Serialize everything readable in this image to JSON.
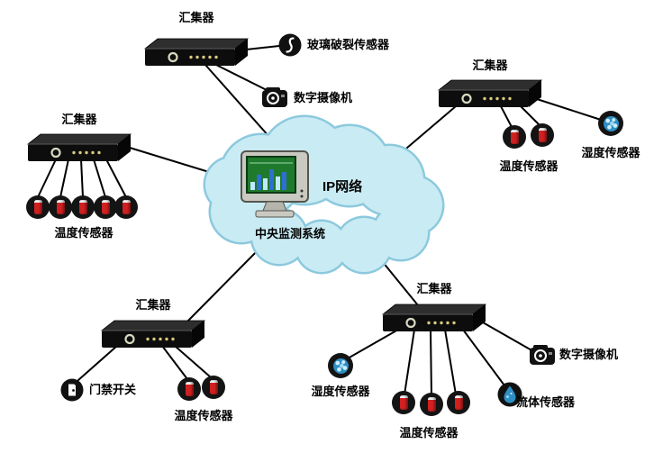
{
  "diagram": {
    "center": {
      "network_label": "IP网络",
      "system_label": "中央监测系统"
    },
    "nodes": {
      "agg_top": {
        "label": "汇集器"
      },
      "agg_right": {
        "label": "汇集器"
      },
      "agg_left": {
        "label": "汇集器"
      },
      "agg_bottom_left": {
        "label": "汇集器"
      },
      "agg_bottom_right": {
        "label": "汇集器"
      },
      "glass_break": {
        "label": "玻璃破裂传感器"
      },
      "camera_top": {
        "label": "数字摄像机"
      },
      "temp_right": {
        "label": "温度传感器"
      },
      "humidity_right": {
        "label": "湿度传感器"
      },
      "temp_left": {
        "label": "温度传感器"
      },
      "door_switch": {
        "label": "门禁开关"
      },
      "temp_bottom_left": {
        "label": "温度传感器"
      },
      "humidity_bottom": {
        "label": "湿度传感器"
      },
      "temp_bottom_right": {
        "label": "温度传感器"
      },
      "fluid": {
        "label": "流体传感器"
      },
      "camera_bottom": {
        "label": "数字摄像机"
      }
    },
    "colors": {
      "cloud_fill": "#c9ebf4",
      "cloud_edge": "#8cc9dd",
      "line": "#000000",
      "temp_sensor": "#d02020",
      "humidity_sensor": "#2e8fc4",
      "fluid_drop": "#2e8fc4"
    }
  }
}
